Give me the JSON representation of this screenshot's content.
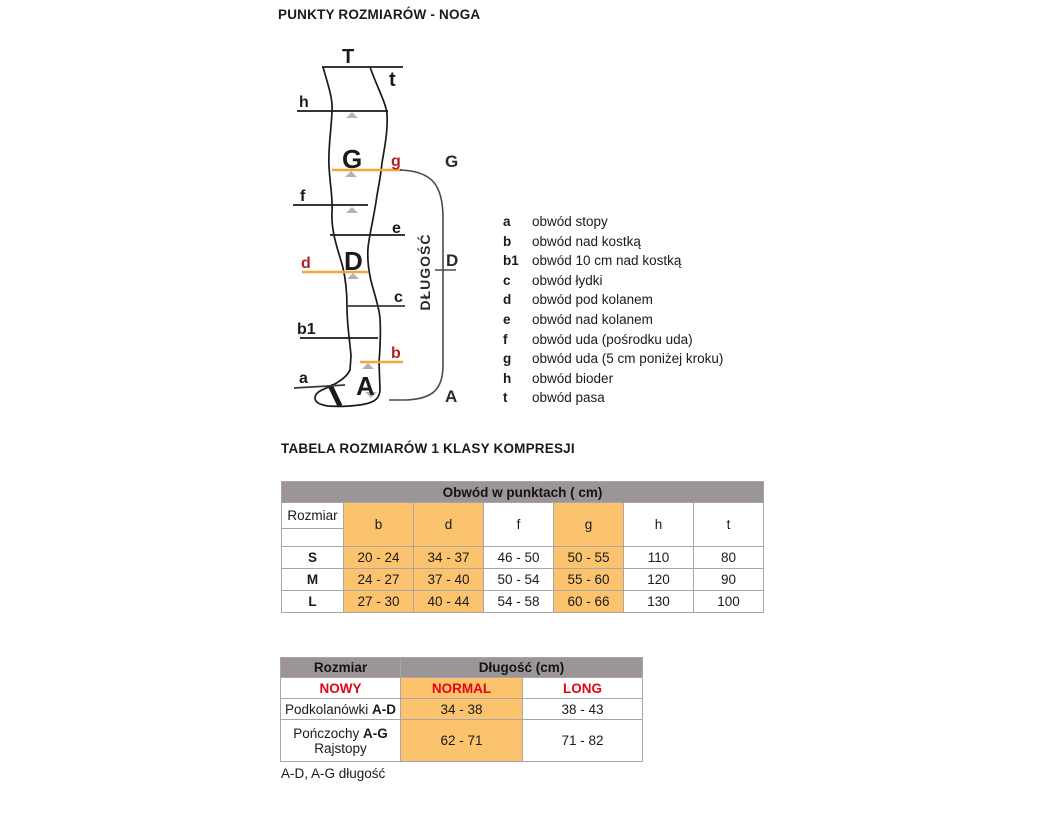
{
  "page": {
    "title1": "PUNKTY ROZMIARÓW - NOGA",
    "title2": "TABELA ROZMIARÓW 1 KLASY KOMPRESJI",
    "footnote": "A-D, A-G długość"
  },
  "diagram": {
    "points": {
      "T": "T",
      "t": "t",
      "h": "h",
      "g": "g",
      "f": "f",
      "e": "e",
      "d": "d",
      "c": "c",
      "b1": "b1",
      "b": "b",
      "a": "a"
    },
    "zones": {
      "G": "G",
      "D": "D",
      "A": "A"
    },
    "bracket": {
      "top": "G",
      "mid": "D",
      "bottom": "A",
      "axis_label": "DŁUGOŚĆ"
    },
    "colors": {
      "measure_line": "#1a1a1a",
      "highlight_line": "#f3a73a",
      "highlight_label": "#b02225",
      "marker": "#b3b3b3"
    }
  },
  "legend": {
    "items": [
      {
        "key": "a",
        "text": "obwód stopy"
      },
      {
        "key": "b",
        "text": "obwód nad kostką"
      },
      {
        "key": "b1",
        "text": "obwód 10 cm nad kostką"
      },
      {
        "key": "c",
        "text": "obwód łydki"
      },
      {
        "key": "d",
        "text": "obwód pod kolanem"
      },
      {
        "key": "e",
        "text": "obwód nad kolanem"
      },
      {
        "key": "f",
        "text": "obwód uda (pośrodku uda)"
      },
      {
        "key": "g",
        "text": "obwód uda (5 cm poniżej kroku)"
      },
      {
        "key": "h",
        "text": "obwód bioder"
      },
      {
        "key": "t",
        "text": "obwód pasa"
      }
    ]
  },
  "table1": {
    "header": "Obwód w punktach ( cm)",
    "size_col": "Rozmiar",
    "point_cols": [
      "b",
      "d",
      "f",
      "g",
      "h",
      "t"
    ],
    "highlight_cols": [
      "b",
      "d",
      "g"
    ],
    "rows": [
      {
        "size": "S",
        "values": [
          "20 - 24",
          "34 - 37",
          "46 - 50",
          "50 - 55",
          "110",
          "80"
        ]
      },
      {
        "size": "M",
        "values": [
          "24 - 27",
          "37 - 40",
          "50 - 54",
          "55 - 60",
          "120",
          "90"
        ]
      },
      {
        "size": "L",
        "values": [
          "27 - 30",
          "40 - 44",
          "54 - 58",
          "60 - 66",
          "130",
          "100"
        ]
      }
    ]
  },
  "table2": {
    "col1_header": "Rozmiar",
    "col2_header": "Długość (cm)",
    "subheader": {
      "new": "NOWY",
      "normal": "NORMAL",
      "long": "LONG"
    },
    "rows": [
      {
        "label": "Podkolanówki",
        "label_bold": "A-D",
        "normal": "34 - 38",
        "long": "38 - 43"
      },
      {
        "label": "Pończochy",
        "label_bold": "A-G",
        "label_line2": "Rajstopy",
        "normal": "62 - 71",
        "long": "71 - 82"
      }
    ]
  },
  "colors": {
    "header_gray": "#9c9597",
    "cell_orange": "#fbc36e",
    "table_red": "#e30613",
    "border": "#aaa4a5"
  }
}
